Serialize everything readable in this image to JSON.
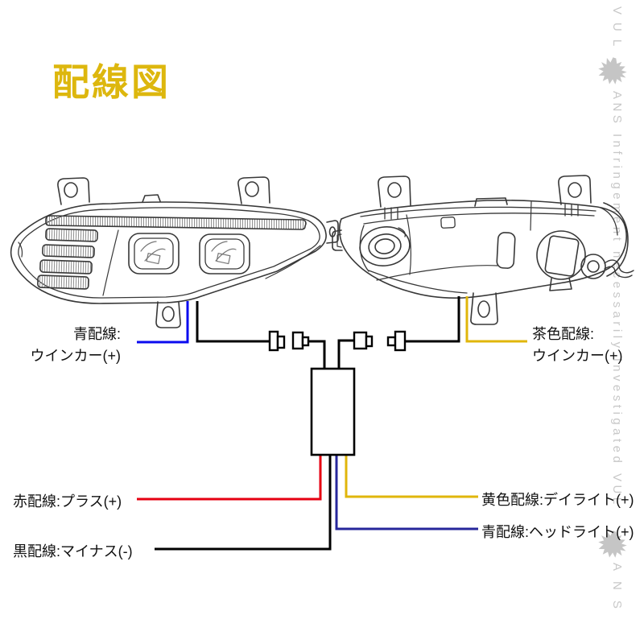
{
  "title": "配線図",
  "colors": {
    "title": "#DDB70E",
    "red": "#E60012",
    "blue": "#0A0AEF",
    "navy": "#26269B",
    "yellow": "#E0B60B",
    "black": "#000000",
    "line_art": "#383838",
    "watermark": "#C8C8C8"
  },
  "labels": {
    "left_turn_line1": "青配線:",
    "left_turn_line2": "ウインカー(+)",
    "right_turn_line1": "茶色配線:",
    "right_turn_line2": "ウインカー(+)",
    "plus": "赤配線:プラス(+)",
    "minus": "黒配線:マイナス(-)",
    "daylight": "黄色配線:デイライト(+)",
    "headlight": "青配線:ヘッドライト(+)"
  },
  "watermark": {
    "seg1": "VUL",
    "seg2": "ANS Infringement necessarily investigated VUL",
    "seg3": "ANS",
    "logo": "vulcans-dragon-logo"
  }
}
